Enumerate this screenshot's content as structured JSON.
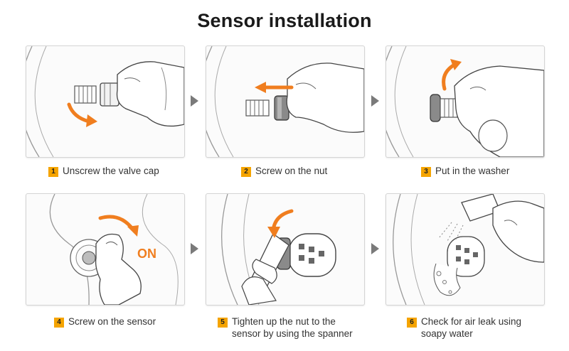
{
  "title": "Sensor installation",
  "accent_color": "#f07e1f",
  "badge_color": "#f5a400",
  "steps": [
    {
      "number": "1",
      "caption": "Unscrew the valve cap",
      "icon": "unscrew-valve-cap-illustration"
    },
    {
      "number": "2",
      "caption": "Screw on the nut",
      "icon": "screw-nut-illustration"
    },
    {
      "number": "3",
      "caption": "Put in the washer",
      "icon": "washer-illustration"
    },
    {
      "number": "4",
      "caption": "Screw on the sensor",
      "icon": "screw-sensor-illustration",
      "overlay_text": "ON"
    },
    {
      "number": "5",
      "caption_line1": "Tighten up the nut to the",
      "caption_line2": "sensor by using the spanner",
      "icon": "spanner-illustration"
    },
    {
      "number": "6",
      "caption_line1": "Check for air leak using",
      "caption_line2": "soapy water",
      "icon": "soapy-water-check-illustration"
    }
  ]
}
